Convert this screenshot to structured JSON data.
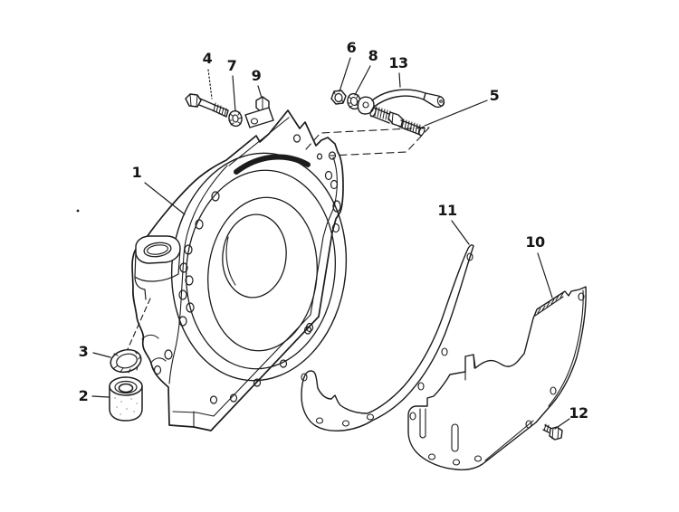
{
  "diagram": {
    "background_color": "#ffffff",
    "line_color": "#1c1c1c",
    "callouts": [
      {
        "label": "1"
      },
      {
        "label": "2"
      },
      {
        "label": "3"
      },
      {
        "label": "4"
      },
      {
        "label": "5"
      },
      {
        "label": "6"
      },
      {
        "label": "7"
      },
      {
        "label": "8"
      },
      {
        "label": "9"
      },
      {
        "label": "10"
      },
      {
        "label": "11"
      },
      {
        "label": "12"
      },
      {
        "label": "13"
      }
    ]
  }
}
